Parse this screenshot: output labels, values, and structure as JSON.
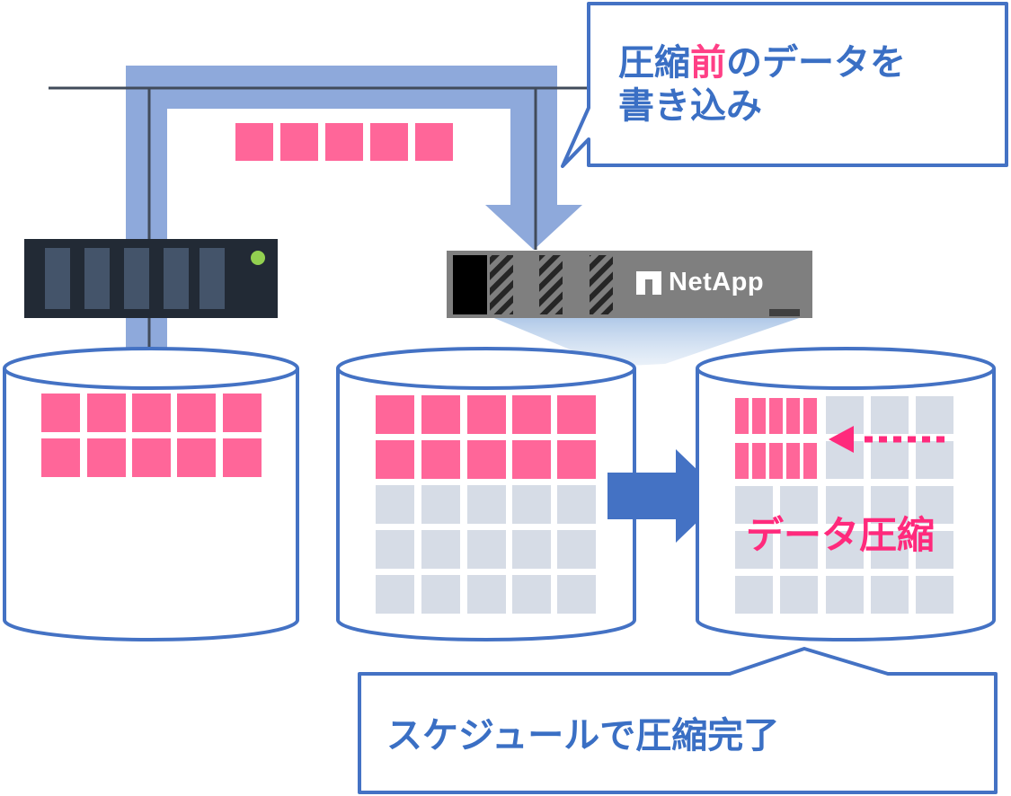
{
  "callout_top": {
    "line1_before": "圧縮",
    "line1_highlight": "前",
    "line1_after": "のデータを",
    "line2": "書き込み"
  },
  "callout_bottom": {
    "text": "スケジュールで圧縮完了"
  },
  "compress_label": "データ圧縮",
  "netapp_logo": "NetApp",
  "colors": {
    "block_pink": "#ff6699",
    "block_gray": "#d6dce6",
    "pipe_blue": "#8ea9db",
    "border_blue": "#4472c4",
    "arrow_blue": "#4472c4",
    "accent_pink": "#ff2a7c",
    "server_dark": "#222a35",
    "led_green": "#92d050"
  }
}
